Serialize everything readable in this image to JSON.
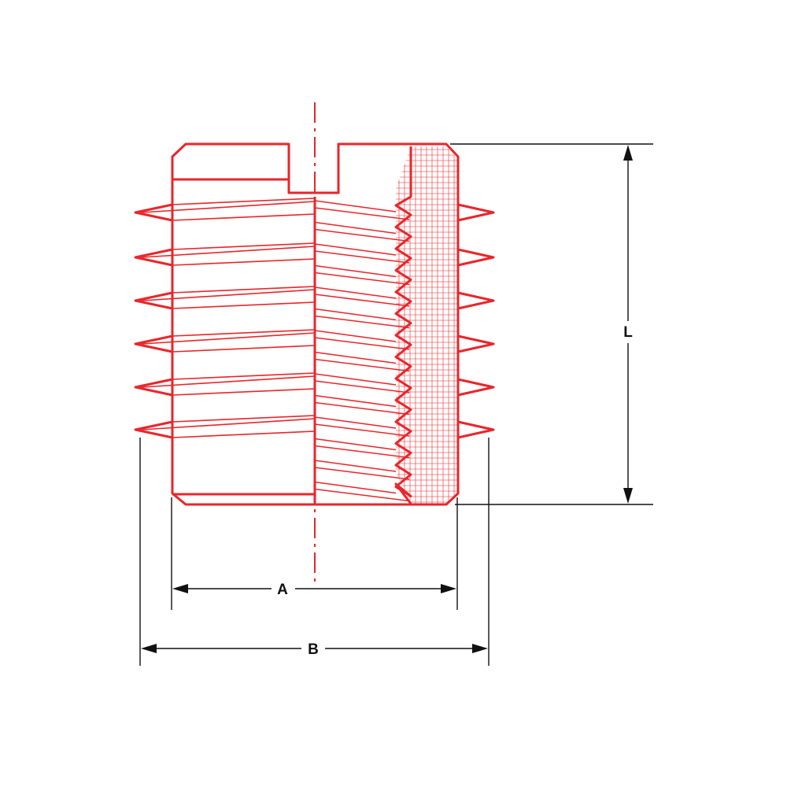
{
  "colors": {
    "part": "#e8262b",
    "dimension": "#111111",
    "background": "#ffffff"
  },
  "dimensions": {
    "length_label": "L",
    "inner_label": "A",
    "outer_label": "B"
  }
}
